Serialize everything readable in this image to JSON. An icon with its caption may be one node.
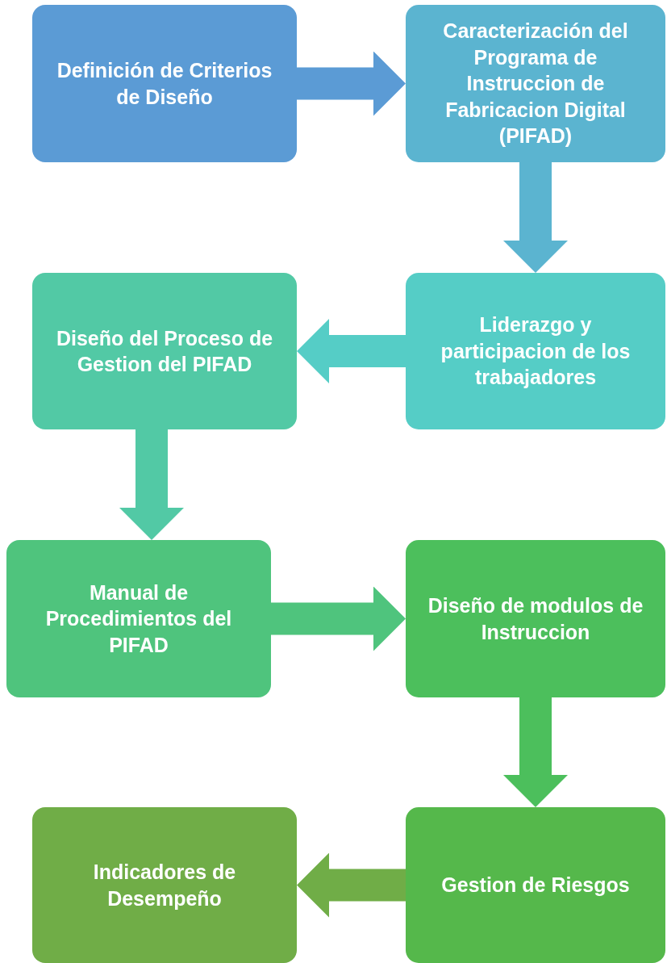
{
  "diagram": {
    "nodes": [
      {
        "text": [
          "Definición de Criterios de Diseño"
        ]
      },
      {
        "text": [
          "Caracterización del Programa de Instruccion de Fabricacion Digital (PIFAD)"
        ]
      },
      {
        "text": [
          "Liderazgo y participacion de los trabajadores"
        ]
      },
      {
        "text": [
          "Diseño del Proceso de Gestion del PIFAD"
        ]
      },
      {
        "text": [
          "Manual de Procedimientos del PIFAD"
        ]
      },
      {
        "text": [
          "Diseño de modulos de Instruccion"
        ]
      },
      {
        "text": [
          "Gestion de Riesgos"
        ]
      },
      {
        "text": [
          "Indicadores de Desempeño"
        ]
      }
    ],
    "edges": [
      {
        "from": 0,
        "to": 1,
        "arrow": "to",
        "color": "#5b9bd5"
      },
      {
        "from": 1,
        "to": 2,
        "arrow": "to",
        "color": "#5bb4d0"
      },
      {
        "from": 2,
        "to": 3,
        "arrow": "to",
        "color": "#55cdc6"
      },
      {
        "from": 3,
        "to": 4,
        "arrow": "to",
        "color": "#52c9a5"
      },
      {
        "from": 4,
        "to": 5,
        "arrow": "to",
        "color": "#4fc47d"
      },
      {
        "from": 5,
        "to": 6,
        "arrow": "to",
        "color": "#4cbf5c"
      },
      {
        "from": 6,
        "to": 7,
        "arrow": "to",
        "color": "#70ad47"
      }
    ]
  }
}
